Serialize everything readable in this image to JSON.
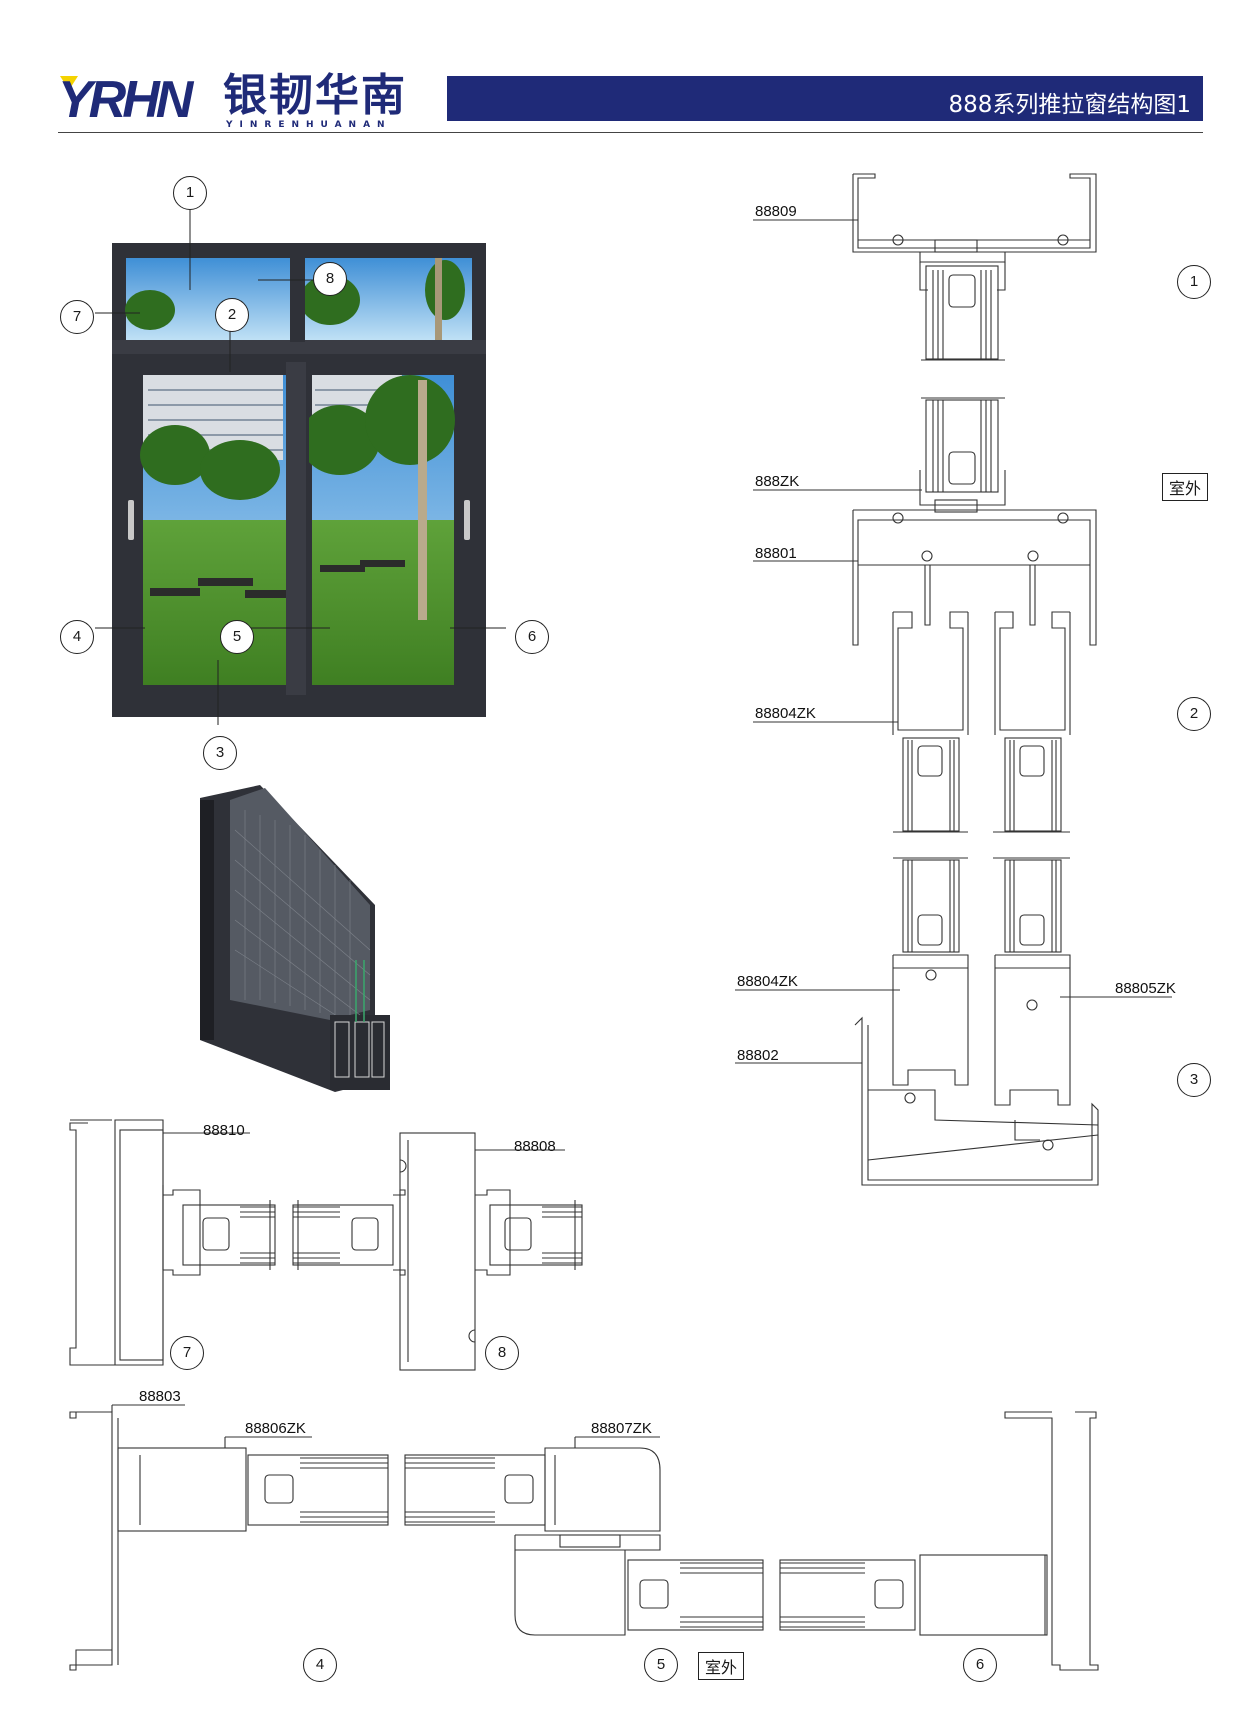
{
  "header": {
    "logo_mark": "YRHN",
    "logo_cn": "银韧华南",
    "logo_en": "YINRENHUANAN",
    "title": "888系列推拉窗结构图1"
  },
  "colors": {
    "brand_blue": "#1f2a78",
    "logo_yellow": "#f5d300",
    "frame": "#2f3138",
    "line": "#333333"
  },
  "window_callouts": [
    "1",
    "2",
    "3",
    "4",
    "5",
    "6",
    "7",
    "8"
  ],
  "profiles": {
    "p88809": "88809",
    "p888ZK": "888ZK",
    "p88801": "88801",
    "p88804ZK_a": "88804ZK",
    "p88804ZK_b": "88804ZK",
    "p88805ZK": "88805ZK",
    "p88802": "88802",
    "p88810": "88810",
    "p88808": "88808",
    "p88803": "88803",
    "p88806ZK": "88806ZK",
    "p88807ZK": "88807ZK"
  },
  "section_numbers": {
    "s1": "1",
    "s2": "2",
    "s3": "3",
    "s7": "7",
    "s8": "8",
    "s4": "4",
    "s5": "5",
    "s6": "6"
  },
  "outside_label_right": "室外",
  "outside_label_bottom": "室外"
}
